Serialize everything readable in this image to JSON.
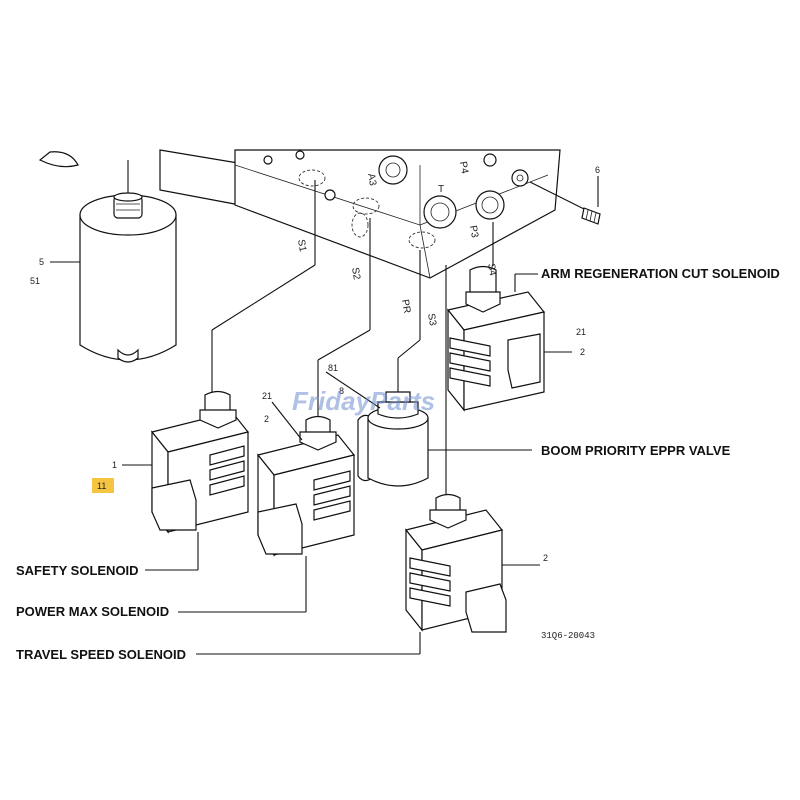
{
  "labels": {
    "arm_regen": "ARM REGENERATION CUT SOLENOID",
    "boom_priority": "BOOM PRIORITY EPPR VALVE",
    "safety": "SAFETY SOLENOID",
    "power_max": "POWER MAX SOLENOID",
    "travel_speed": "TRAVEL SPEED SOLENOID"
  },
  "part_numbers": {
    "n1": "1",
    "n11": "11",
    "n2a": "2",
    "n2b": "2",
    "n2c": "2",
    "n5": "5",
    "n51": "51",
    "n6": "6",
    "n8": "8",
    "n21a": "21",
    "n21b": "21",
    "n81": "81"
  },
  "ports": {
    "s1": "S1",
    "s2": "S2",
    "s3": "S3",
    "s4": "S4",
    "pr": "PR",
    "a3": "A3",
    "t": "T",
    "p3": "P3",
    "p4": "P4"
  },
  "diagram_code": "31Q6-20043",
  "watermark": "FridayParts",
  "colors": {
    "highlight": "#f5c542",
    "watermark": "#6f8fcf"
  }
}
